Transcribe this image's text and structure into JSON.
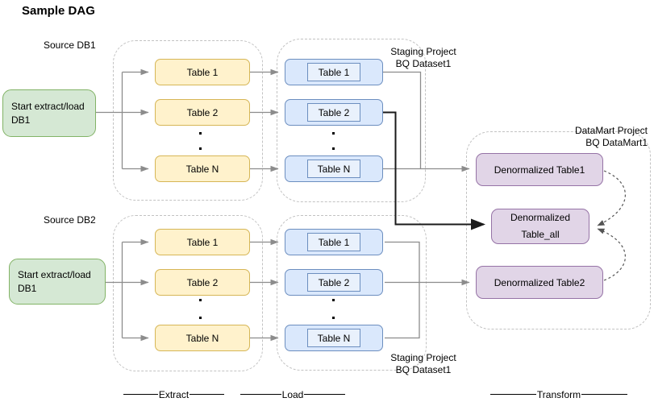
{
  "title": "Sample DAG",
  "pipelines": [
    {
      "source_label": "Source DB1",
      "start": {
        "line1": "Start extract/load",
        "line2": "DB1"
      },
      "extract_tables": [
        "Table 1",
        "Table 2",
        "Table N"
      ],
      "load_tables": [
        "Table 1",
        "Table 2",
        "Table N"
      ],
      "staging_label": {
        "line1": "Staging Project",
        "line2": "BQ Dataset1"
      }
    },
    {
      "source_label": "Source DB2",
      "start": {
        "line1": "Start extract/load",
        "line2": "DB1"
      },
      "extract_tables": [
        "Table 1",
        "Table 2",
        "Table N"
      ],
      "load_tables": [
        "Table 1",
        "Table 2",
        "Table N"
      ],
      "staging_label": {
        "line1": "Staging Project",
        "line2": "BQ Dataset1"
      }
    }
  ],
  "datamart": {
    "label": {
      "line1": "DataMart Project",
      "line2": "BQ DataMart1"
    },
    "table1_label": "Denormalized Table1",
    "table_all": {
      "line1": "Denormalized",
      "line2": "Table_all"
    },
    "table2_label": "Denormalized Table2"
  },
  "stage_axis": {
    "extract": "Extract",
    "load": "Load",
    "transform": "Transform"
  },
  "colors": {
    "start_node_fill": "#d5e8d4",
    "start_node_border": "#82b366",
    "extract_table_fill": "#fff2cc",
    "extract_table_border": "#d6b656",
    "load_table_fill": "#dae8fc",
    "load_table_border": "#6c8ebf",
    "datamart_table_fill": "#e1d5e7",
    "datamart_table_border": "#9673a6",
    "group_outline": "#c2c2c2",
    "connector_gray": "#8c8c8c",
    "connector_black": "#1a1a1a"
  }
}
